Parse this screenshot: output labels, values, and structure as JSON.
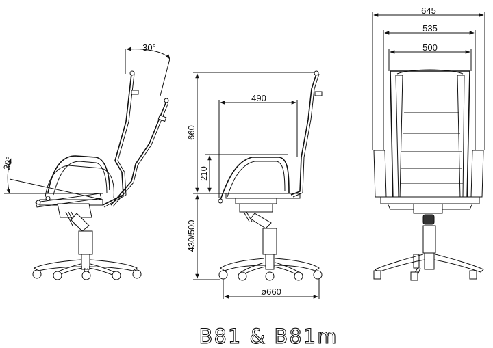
{
  "dimensions": {
    "side_recline_top": "30°",
    "side_recline_seat": "30°",
    "side_back_height": "660",
    "side_seat_depth": "490",
    "side_armrest_height": "210",
    "side_seat_height": "430/500",
    "side_base_diameter": "ø660",
    "front_overall_width": "645",
    "front_arm_width": "535",
    "front_back_width": "500"
  },
  "title": "B81  &  B81m",
  "colors": {
    "line": "#111111",
    "background": "#ffffff"
  }
}
